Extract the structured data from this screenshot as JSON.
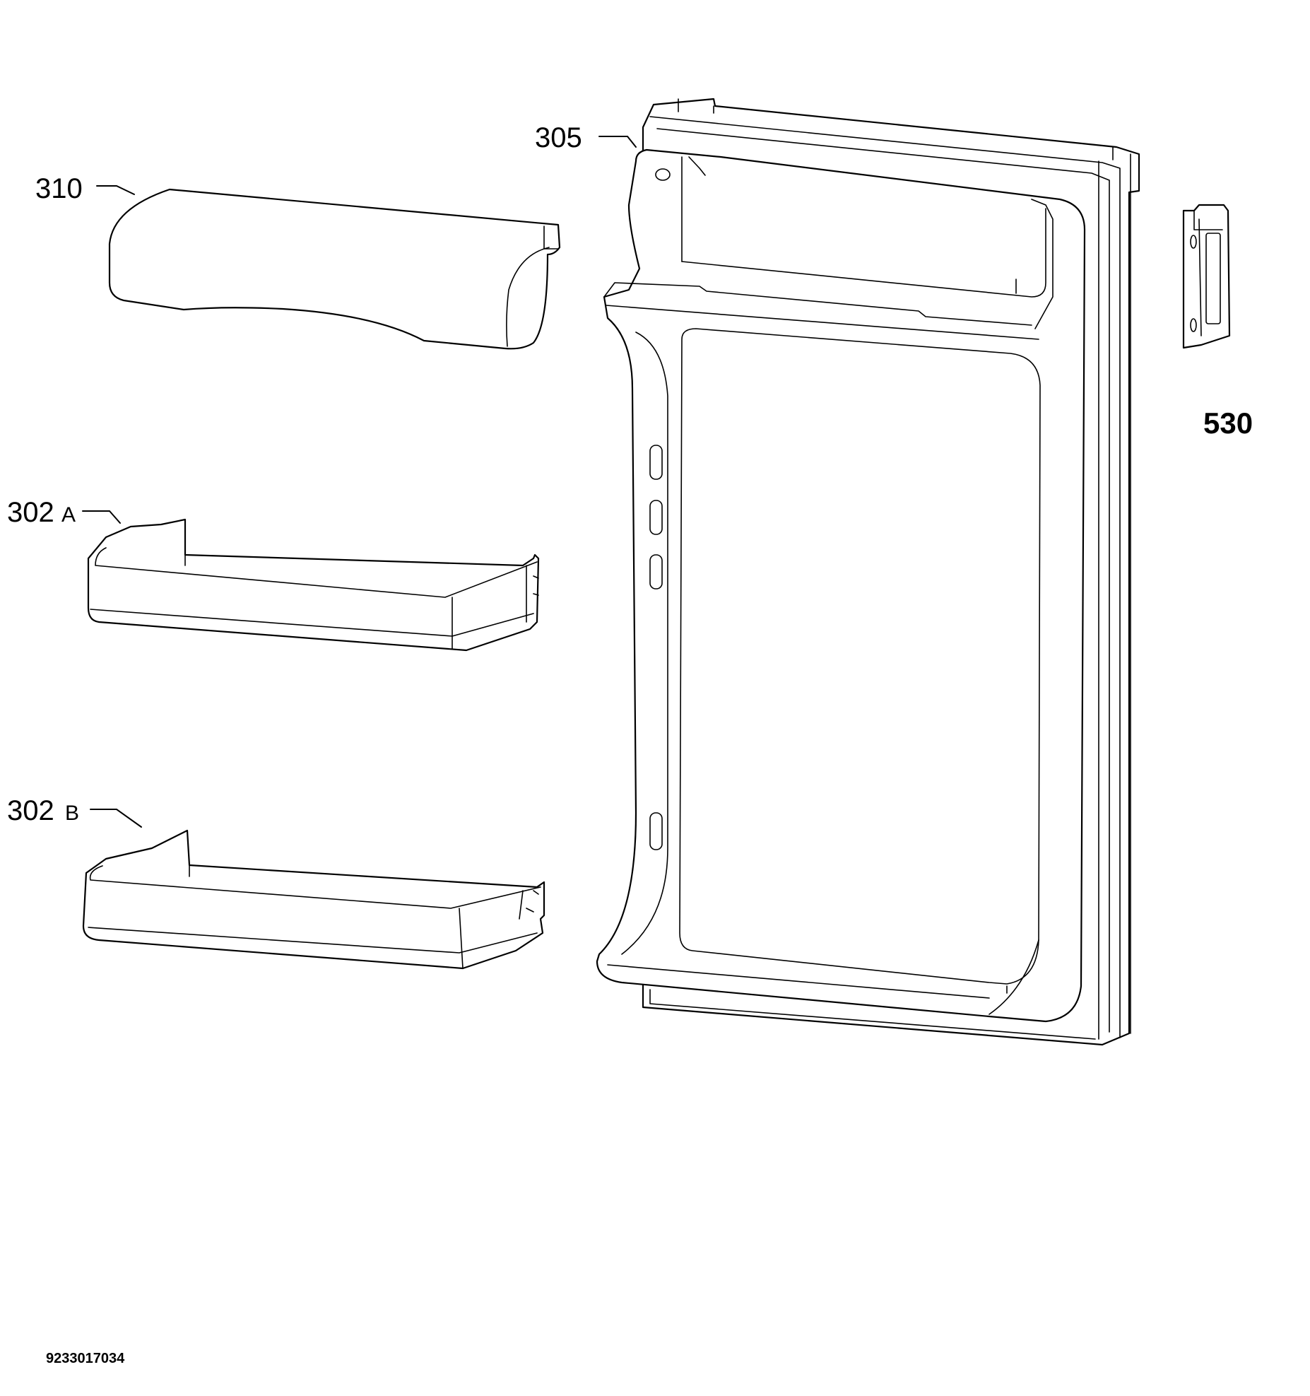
{
  "labels": {
    "part_305": "305",
    "part_310": "310",
    "part_302a_num": "302",
    "part_302a_suffix": "A",
    "part_302b_num": "302",
    "part_302b_suffix": "B",
    "part_530": "530"
  },
  "document_number": "9233017034"
}
